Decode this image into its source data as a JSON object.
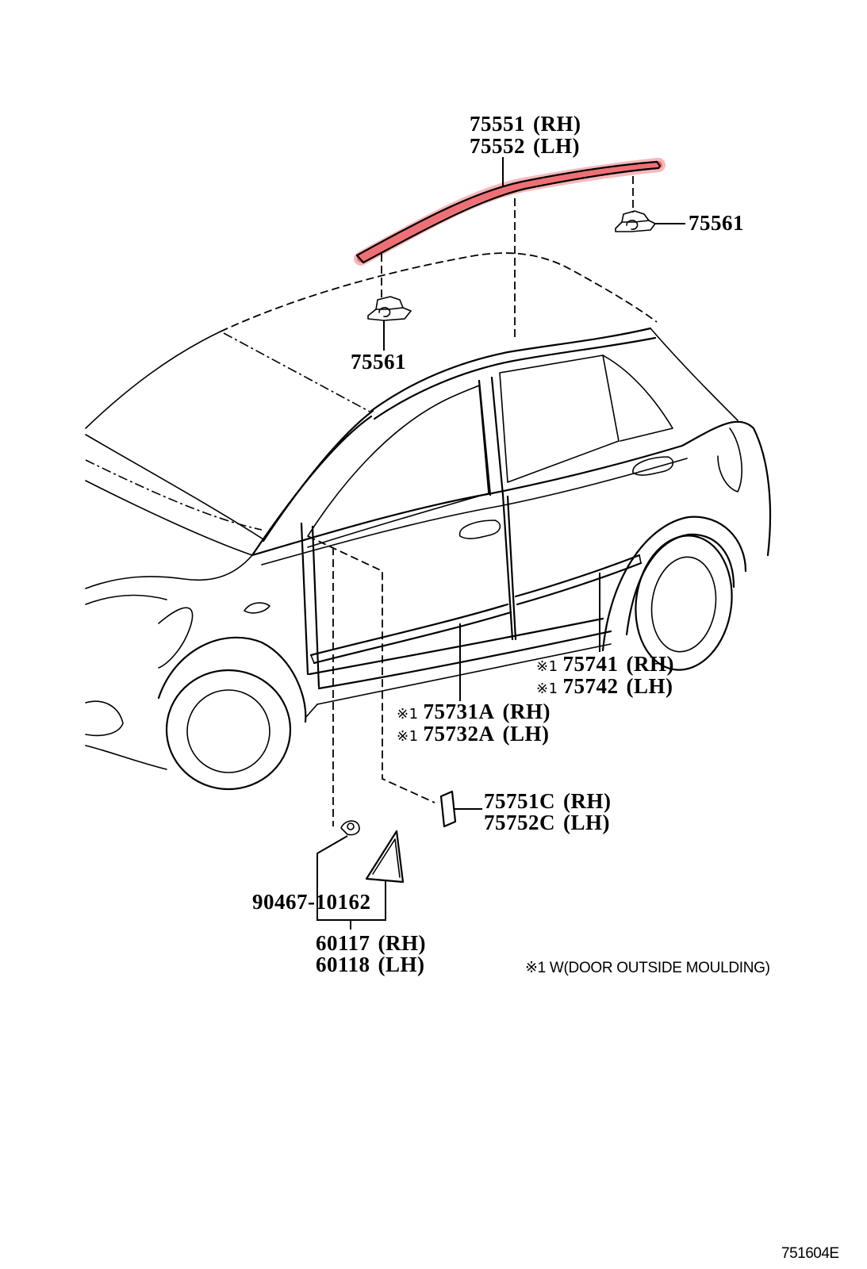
{
  "parts": {
    "roof_moulding": {
      "number_rh": "75551",
      "suffix_rh": "(RH)",
      "number_lh": "75552",
      "suffix_lh": "(LH)"
    },
    "clip_rear": "75561",
    "clip_front": "75561",
    "rear_door_moulding": {
      "mark": "※1",
      "number_rh": "75741",
      "suffix_rh": "(RH)",
      "number_lh": "75742",
      "suffix_lh": "(LH)"
    },
    "front_door_moulding": {
      "mark": "※1",
      "number_rh": "75731A",
      "suffix_rh": "(RH)",
      "number_lh": "75732A",
      "suffix_lh": "(LH)"
    },
    "emblem": {
      "number_rh": "75751C",
      "suffix_rh": "(RH)",
      "number_lh": "75752C",
      "suffix_lh": "(LH)"
    },
    "clip_cover": "90467-10162",
    "mirror_cover": {
      "number_rh": "60117",
      "suffix_rh": "(RH)",
      "number_lh": "60118",
      "suffix_lh": "(LH)"
    }
  },
  "footnote": "※1 W(DOOR OUTSIDE MOULDING)",
  "drawing_id": "751604E",
  "colors": {
    "highlight": "#e8353a",
    "line": "#000000",
    "background": "#ffffff"
  }
}
